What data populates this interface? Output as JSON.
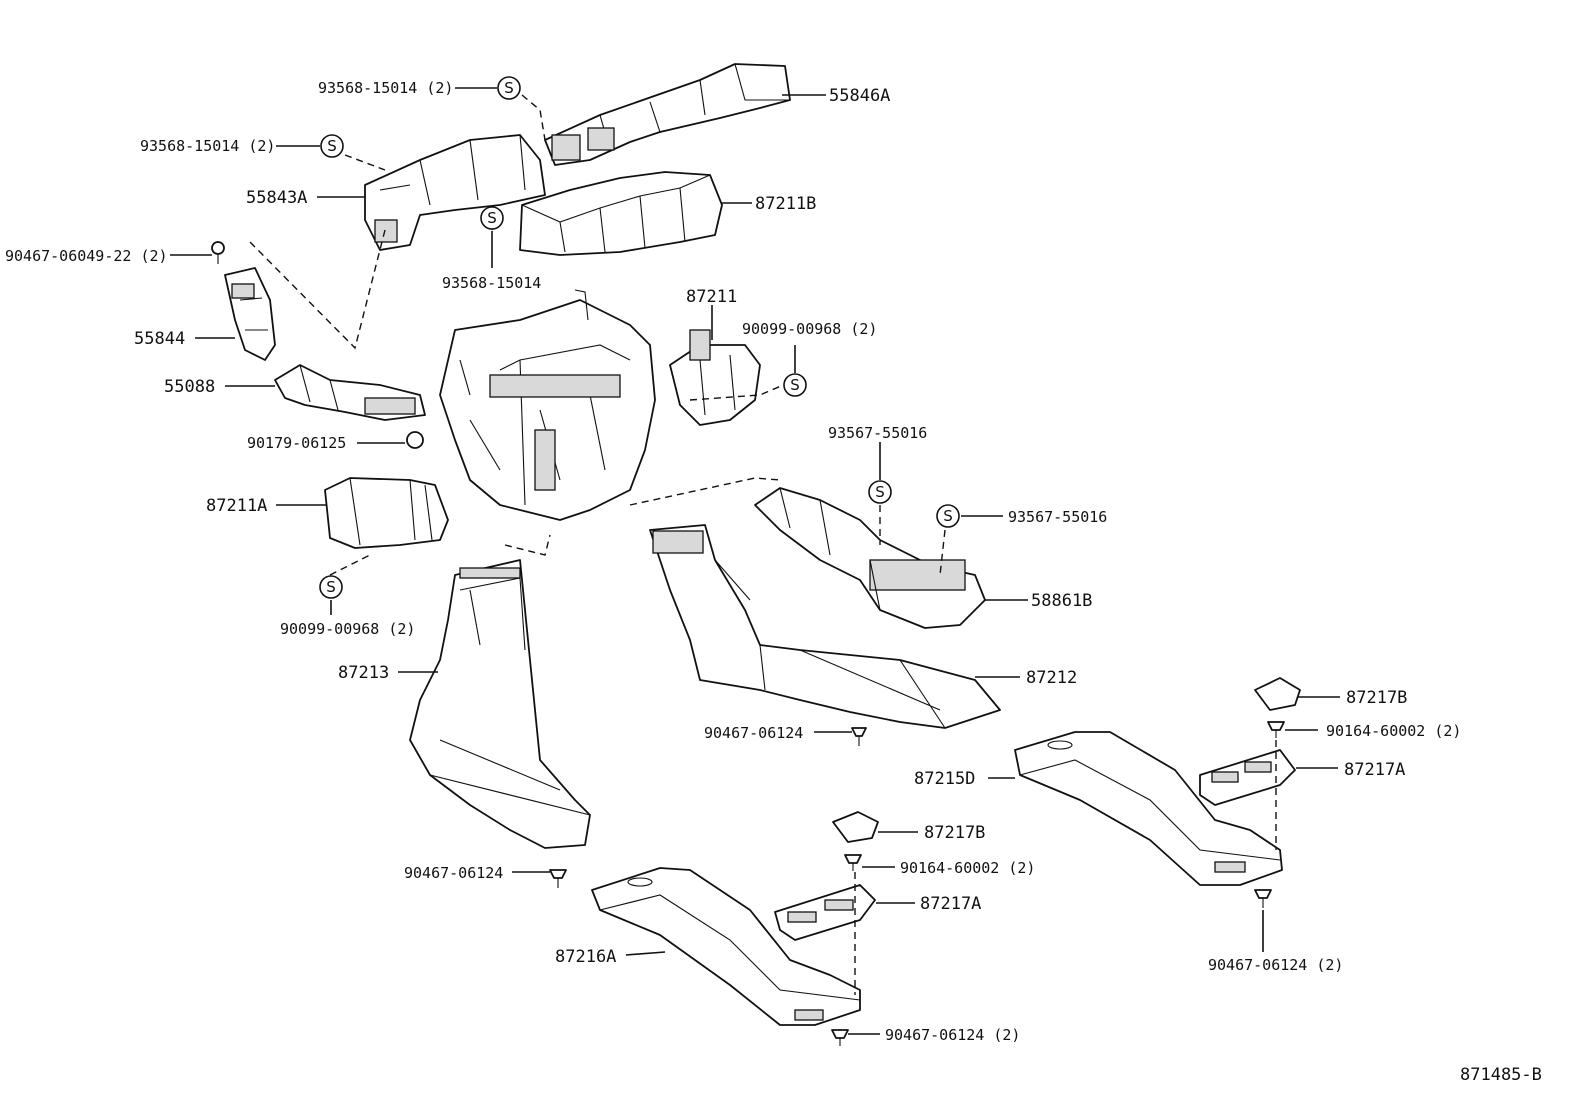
{
  "drawing_number": "871485-B",
  "service_symbol": "S",
  "labels": {
    "p93568_15014_2_a": "93568-15014 (2)",
    "p55846a": "55846A",
    "p93568_15014_2_b": "93568-15014 (2)",
    "p55843a": "55843A",
    "p87211b": "87211B",
    "p93568_15014": "93568-15014",
    "p90467_06049_22_2": "90467-06049-22 (2)",
    "p87211": "87211",
    "p90099_00968_2_a": "90099-00968 (2)",
    "p55844": "55844",
    "p55088": "55088",
    "p90179_06125": "90179-06125",
    "p93567_55016_a": "93567-55016",
    "p93567_55016_b": "93567-55016",
    "p87211a": "87211A",
    "p58861b": "58861B",
    "p90099_00968_2_b": "90099-00968 (2)",
    "p87213": "87213",
    "p87212": "87212",
    "p87217b_a": "87217B",
    "p90467_06124_a": "90467-06124",
    "p90164_60002_2_a": "90164-60002 (2)",
    "p87215d": "87215D",
    "p87217a_a": "87217A",
    "p87217b_b": "87217B",
    "p90164_60002_2_b": "90164-60002 (2)",
    "p90467_06124_b": "90467-06124",
    "p87217a_b": "87217A",
    "p87216a": "87216A",
    "p90467_06124_2_a": "90467-06124 (2)",
    "p90467_06124_2_b": "90467-06124 (2)"
  }
}
